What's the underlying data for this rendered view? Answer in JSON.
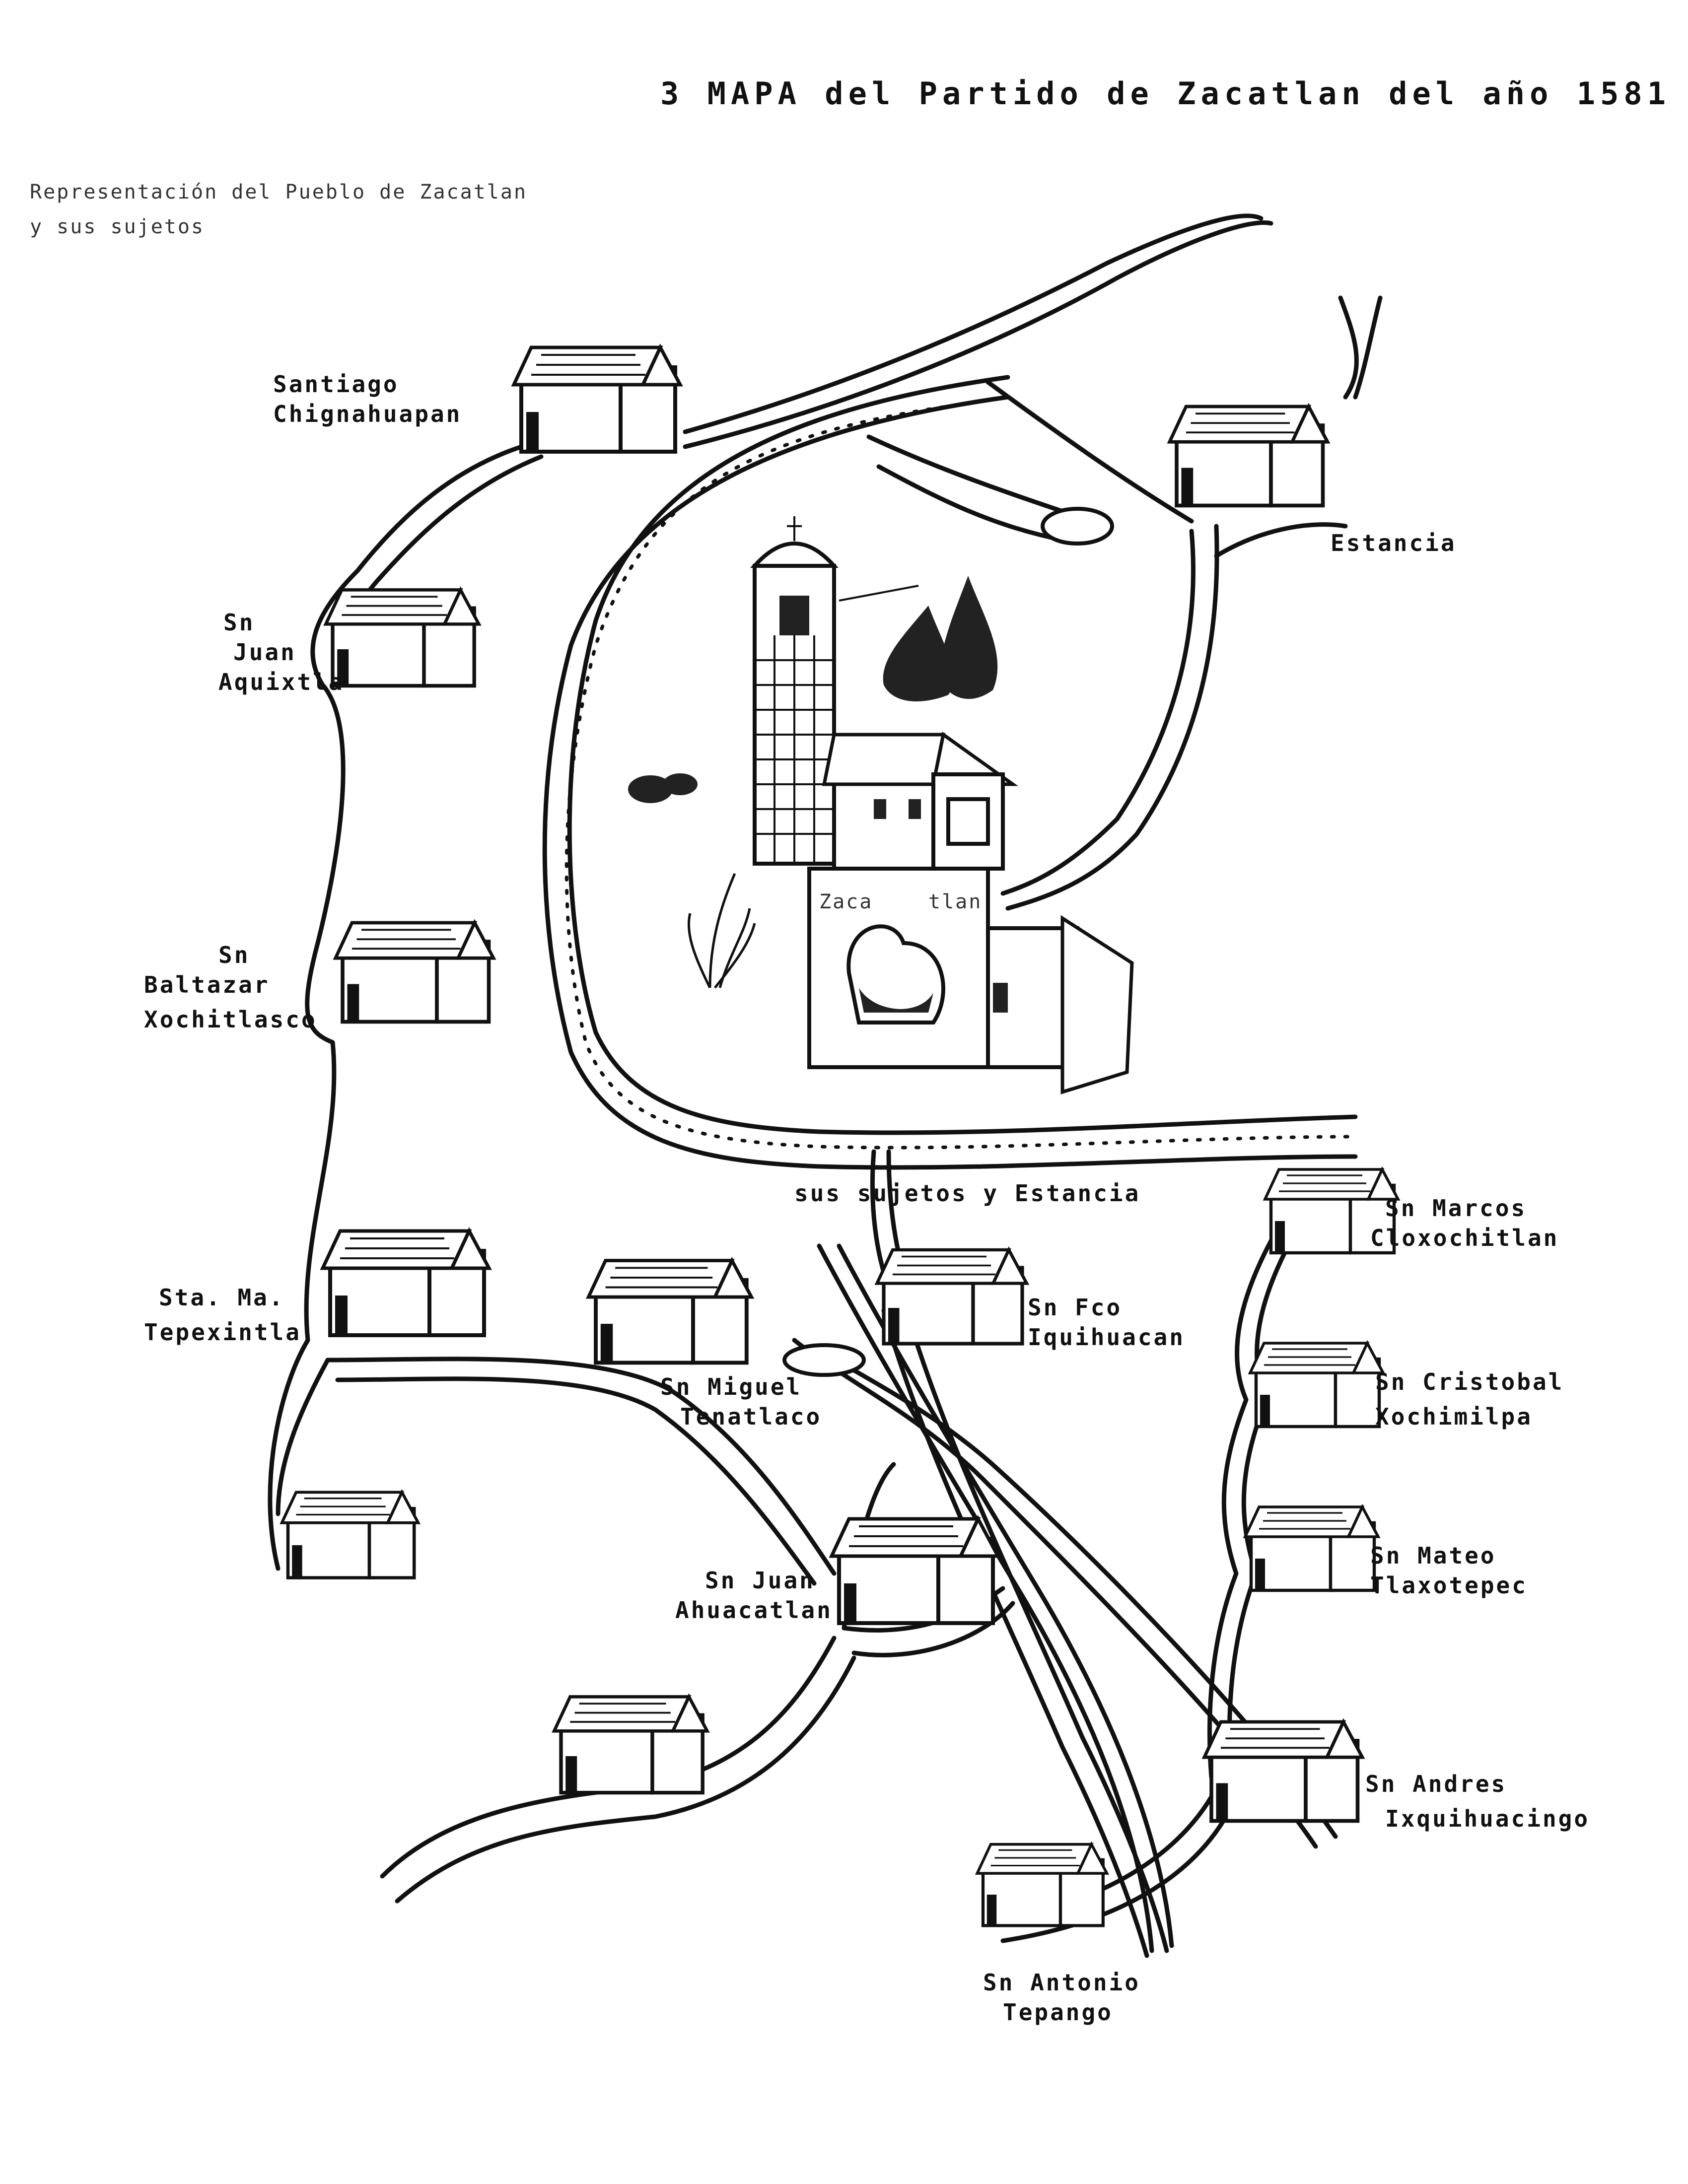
{
  "map": {
    "title": "3  MAPA  del  Partido  de  Zacatlan  del  año  1581",
    "note_line1": "Representación del Pueblo de Zacatlan",
    "note_line2": "y sus sujetos",
    "center_caption": "sus sujetos y Estancia",
    "church_caption_left": "Zaca",
    "church_caption_right": "tlan",
    "places": {
      "santiago": [
        "Santiago",
        "Chignahuapan"
      ],
      "san_juan": [
        "Sn",
        "Juan",
        "Aquixtla"
      ],
      "san_baltazar": [
        "Sn",
        "Baltazar",
        "Xochitlasco"
      ],
      "santa_maria": [
        "Sta. Ma.",
        "Tepexintla"
      ],
      "san_miguel": [
        "Sn Miguel",
        "Tenatlaco"
      ],
      "san_francisco": [
        "Sn Fco",
        "Iquihuacan"
      ],
      "san_juan_ahuacatlan": [
        "Sn Juan",
        "Ahuacatlan"
      ],
      "san_antonio": [
        "Sn Antonio",
        "Tepango"
      ],
      "san_marcos": [
        "Sn Marcos",
        "Cloxochitlan"
      ],
      "san_cristobal": [
        "Sn Cristobal",
        "Xochimilpa"
      ],
      "san_mateo": [
        "Sn Mateo",
        "Tlaxotepec"
      ],
      "san_andres": [
        "Sn Andres",
        "Ixquihuacingo"
      ],
      "estancia": [
        "Estancia"
      ]
    }
  }
}
